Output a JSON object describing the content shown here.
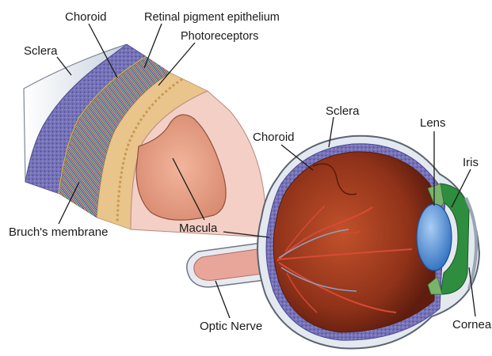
{
  "labels": {
    "choroid_top": "Choroid",
    "rpe": "Retinal pigment epithelium",
    "photoreceptors": "Photoreceptors",
    "sclera_left": "Sclera",
    "bruchs": "Bruch's membrane",
    "macula": "Macula",
    "sclera_right": "Sclera",
    "choroid_right": "Choroid",
    "lens": "Lens",
    "iris": "Iris",
    "optic_nerve": "Optic Nerve",
    "cornea": "Cornea"
  },
  "colors": {
    "sclera": "#e9edf3",
    "choroid": "#6f6cb4",
    "retina_interior": "#9a3a1f",
    "retina_highlight": "#c0532c",
    "lens": "#4f8fd6",
    "iris": "#2e8b3e",
    "macula": "#e7a58d",
    "tissue_pink": "#f3c9bf",
    "vessel": "#d33a2b"
  }
}
